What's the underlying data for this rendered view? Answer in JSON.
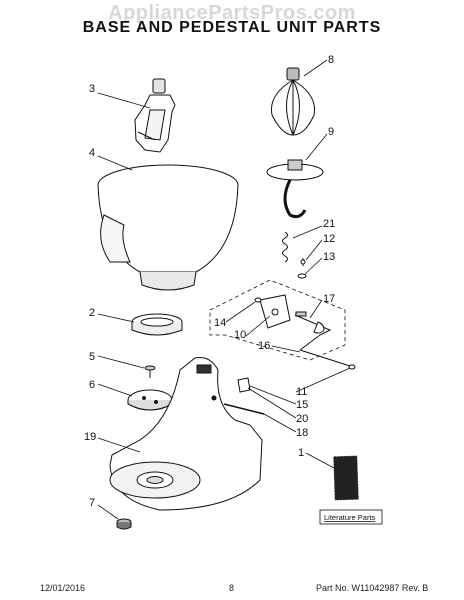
{
  "watermark": "AppliancePartsPros.com",
  "title": "BASE AND PEDESTAL UNIT PARTS",
  "callouts": [
    "3",
    "4",
    "2",
    "5",
    "6",
    "19",
    "7",
    "8",
    "9",
    "21",
    "12",
    "13",
    "17",
    "14",
    "10",
    "16",
    "11",
    "15",
    "20",
    "18",
    "1"
  ],
  "literature_label": "Literature Parts",
  "footer": {
    "date": "12/01/2016",
    "page": "8",
    "part_no": "Part No. W11042987 Rev. B"
  }
}
